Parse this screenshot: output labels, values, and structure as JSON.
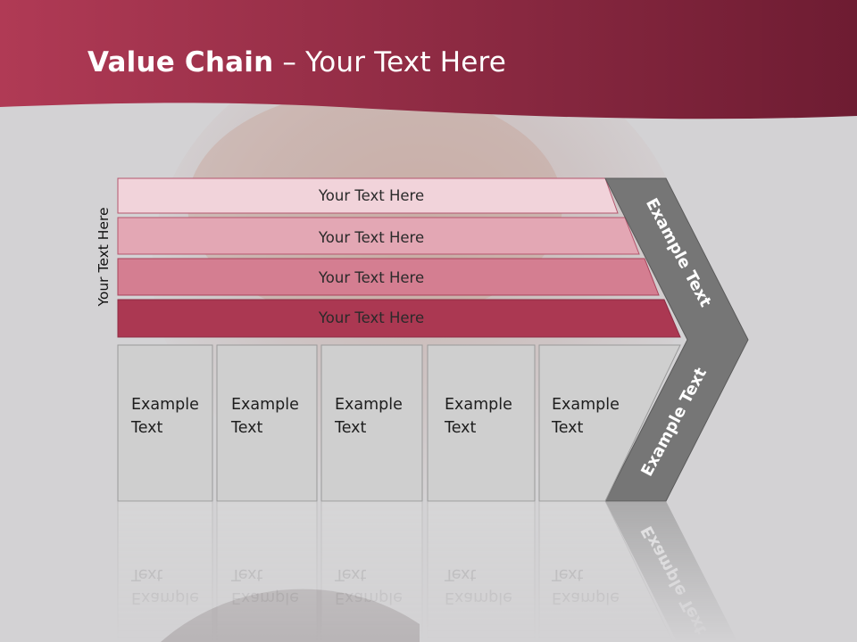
{
  "title": {
    "bold": "Value Chain",
    "rest": " – Your Text Here"
  },
  "side_label": "Your Text Here",
  "bands": [
    {
      "label": "Your Text Here",
      "color": "#f1d3da"
    },
    {
      "label": "Your Text Here",
      "color": "#e3a7b4"
    },
    {
      "label": "Your Text Here",
      "color": "#d47e91"
    },
    {
      "label": "Your Text Here",
      "color": "#ab3852"
    }
  ],
  "boxes": [
    {
      "line1": "Example",
      "line2": "Text"
    },
    {
      "line1": "Example",
      "line2": "Text"
    },
    {
      "line1": "Example",
      "line2": "Text"
    },
    {
      "line1": "Example",
      "line2": "Text"
    },
    {
      "line1": "Example",
      "line2": "Text"
    }
  ],
  "chevron": {
    "upper": "Example Text",
    "lower": "Example Text"
  },
  "colors": {
    "header": "#96283f",
    "box": "#cfcfcf",
    "chevron": "#767676"
  }
}
